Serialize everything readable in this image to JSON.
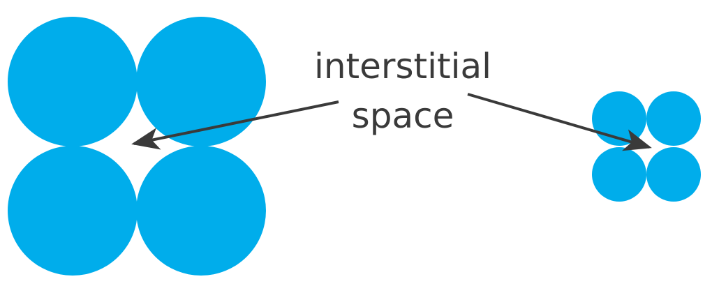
{
  "label": {
    "line1": "interstitial",
    "line2": "space"
  },
  "colors": {
    "circle": "#00adeb",
    "arrow": "#3a3a3a",
    "text": "#3a3a3a"
  },
  "groups": [
    {
      "name": "large-circle-group",
      "count": 4
    },
    {
      "name": "small-circle-group",
      "count": 4
    }
  ]
}
